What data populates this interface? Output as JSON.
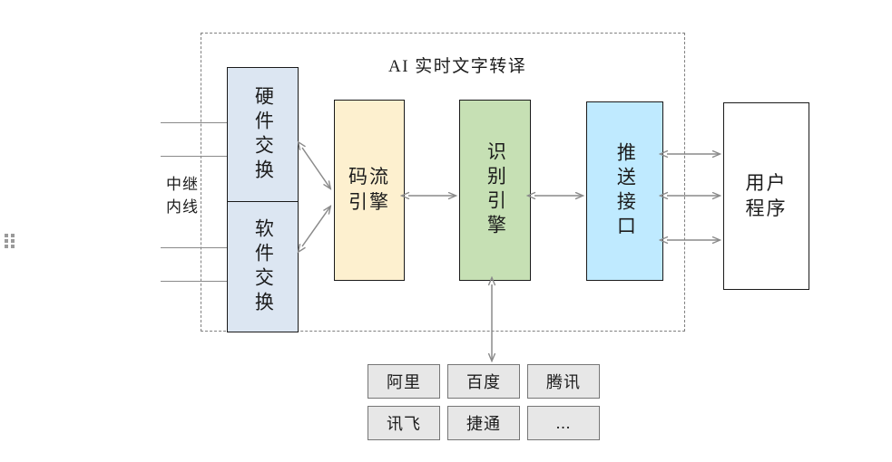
{
  "diagram": {
    "title": "AI 实时文字转译",
    "side_label_line1": "中继",
    "side_label_line2": "内线",
    "boxes": {
      "hardware_switch": "硬件交换",
      "software_switch": "软件交换",
      "stream_engine": "码流引擎",
      "recognition_engine": "识别引擎",
      "push_interface": "推送接口",
      "user_program": "用户程序"
    },
    "vendors": [
      {
        "label": "阿里"
      },
      {
        "label": "百度"
      },
      {
        "label": "腾讯"
      },
      {
        "label": "讯飞"
      },
      {
        "label": "捷通"
      },
      {
        "label": "..."
      }
    ],
    "colors": {
      "hardware_switch_fill": "#dce6f2",
      "software_switch_fill": "#dce6f2",
      "stream_engine_fill": "#fdf0cf",
      "recognition_engine_fill": "#c6e0b4",
      "push_interface_fill": "#bfeaff",
      "user_program_fill": "#ffffff",
      "vendor_fill": "#e7e7e7",
      "border": "#1a1a1a",
      "dashed_border": "#808080",
      "arrow": "#8a8a8a"
    }
  }
}
